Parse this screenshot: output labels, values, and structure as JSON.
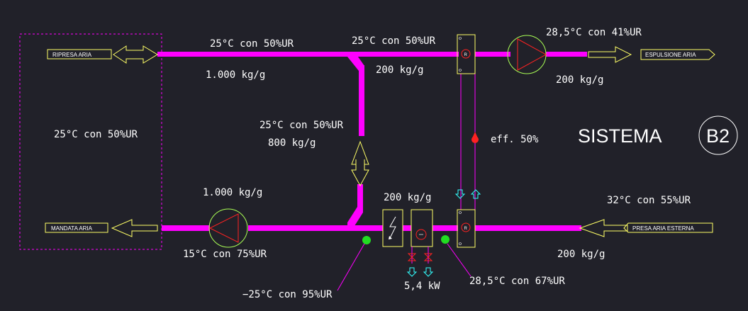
{
  "title": {
    "system": "SISTEMA",
    "code": "B2"
  },
  "tags": {
    "ripresa": "RIPRESA ARIA",
    "espulsione": "ESPULSIONE ARIA",
    "mandata": "MANDATA ARIA",
    "presa": "PRESA ARIA ESTERNA"
  },
  "labels": {
    "top_left_state": "25°C con 50%UR",
    "top_left_flow": "1.000 kg/g",
    "top_mid_state": "25°C con 50%UR",
    "top_mid_flow": "200 kg/g",
    "top_right_state": "28,5°C con 41%UR",
    "top_right_flow": "200 kg/g",
    "room_state": "25°C con 50%UR",
    "recirc_state": "25°C con 50%UR",
    "recirc_flow": "800 kg/g",
    "recovery_eff": "eff. 50%",
    "bottom_left_flow": "1.000 kg/g",
    "bottom_left_state": "15°C con 75%UR",
    "bottom_mid_flow": "200 kg/g",
    "outdoor_state": "32°C con 55%UR",
    "outdoor_flow": "200 kg/g",
    "coil_point_state": "−25°C con 95%UR",
    "coil_power": "5,4 kW",
    "recovered_state": "28,5°C con 67%UR"
  },
  "colors": {
    "background": "#212129",
    "duct": "#ff00ff",
    "component": "#ffff66",
    "fan_circle": "#aaff55",
    "fan_triangle": "#ff2222",
    "sensor_point": "#22dd22",
    "arrow_cyan": "#33ffff",
    "text": "#ffffff"
  }
}
